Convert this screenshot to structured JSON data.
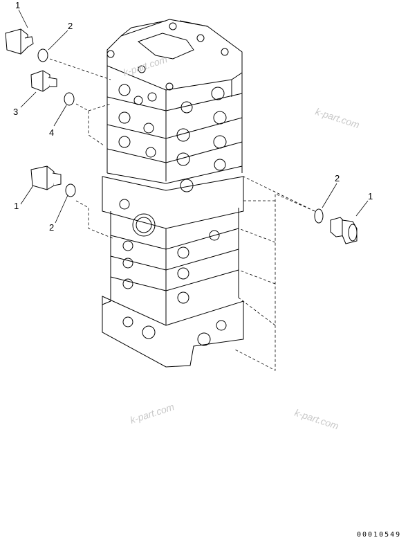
{
  "callouts": {
    "plug_top": "1",
    "oring_top": "2",
    "plug_small": "3",
    "oring_small": "4",
    "plug_mid": "1",
    "oring_mid": "2",
    "oring_right": "2",
    "plug_right": "1"
  },
  "watermarks": [
    "k-part.com",
    "k-part.com",
    "k-part.com",
    "k-part.com"
  ],
  "drawing_code": "00010549"
}
